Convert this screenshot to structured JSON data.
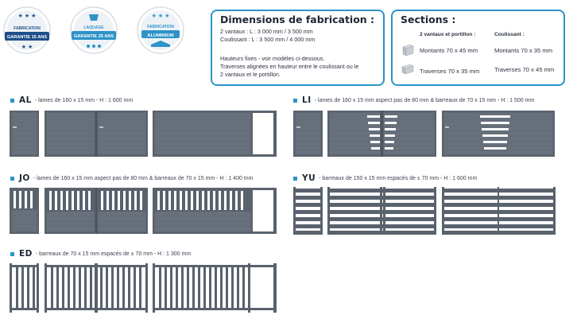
{
  "badges": [
    {
      "line1": "FABRICATION",
      "line2": "GARANTIE 15 ANS",
      "color": "#1f4f8a"
    },
    {
      "line1": "LAQUAGE",
      "line2": "GARANTIE 25 ANS",
      "color": "#2d93c9"
    },
    {
      "line1": "FABRICATION",
      "line2": "ALUMINIUM",
      "color": "#2d93c9"
    }
  ],
  "dimensions": {
    "title": "Dimensions de fabrication :",
    "line1": "2 vantaux : L : 3 000 mm / 3 500 mm",
    "line2": "Coulissant : L : 3 500 mm / 4 000 mm",
    "note1": "Hauteurs fixes - voir modèles ci-dessous.",
    "note2": "Traverses alignées en hauteur entre le coulissant ou le",
    "note3": "2 vantaux et le portillon."
  },
  "sections": {
    "title": "Sections :",
    "col1": "2 vantaux et portillon :",
    "col2": "Coulissant :",
    "rows": [
      {
        "label": "Montants 70 x 45 mm",
        "value": "Montants 70 x 35 mm"
      },
      {
        "label": "Traverses 70 x 35 mm",
        "value": "Traverses 70 x 45 mm"
      }
    ]
  },
  "models": {
    "al": {
      "code": "AL",
      "desc": "- lames de 160 x 15 mm - H : 1 600 mm"
    },
    "li": {
      "code": "LI",
      "desc": "- lames de 160 x 15 mm aspect pas de 80 mm & barreaux de 70 x 15 mm - H : 1 500 mm"
    },
    "jo": {
      "code": "JO",
      "desc": "- lames de 160 x 15 mm aspect pas de 80 mm & barreaux de 70 x 15 mm - H : 1 400 mm"
    },
    "yu": {
      "code": "YU",
      "desc": "- barreaux de 150 x 15 mm espacés de ± 70 mm - H : 1 600 mm"
    },
    "ed": {
      "code": "ED",
      "desc": "- barreaux de 70 x 15 mm espacés de ± 70 mm - H : 1 300 mm"
    }
  },
  "colors": {
    "accent": "#2d93c9",
    "gate": "#59626d",
    "gate_dark": "#4a535e"
  }
}
